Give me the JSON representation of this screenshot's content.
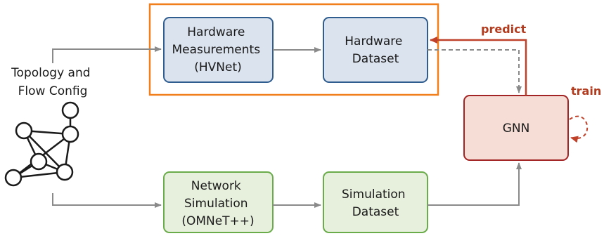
{
  "colors": {
    "blue_fill": "#dbe3ee",
    "blue_stroke": "#2f5d8f",
    "green_fill": "#e7f0dd",
    "green_stroke": "#6aab4a",
    "red_fill": "#f6ded6",
    "red_stroke": "#a32424",
    "orange_stroke": "#f07f1c",
    "arrow_gray": "#8a8a8a",
    "label_red": "#b33a1d"
  },
  "source": {
    "line1": "Topology and",
    "line2": "Flow Config"
  },
  "hardware_measurements": {
    "line1": "Hardware",
    "line2": "Measurements",
    "line3": "(HVNet)"
  },
  "hardware_dataset": {
    "line1": "Hardware",
    "line2": "Dataset"
  },
  "network_simulation": {
    "line1": "Network",
    "line2": "Simulation",
    "line3": "(OMNeT++)"
  },
  "simulation_dataset": {
    "line1": "Simulation",
    "line2": "Dataset"
  },
  "gnn": {
    "label": "GNN"
  },
  "labels": {
    "predict": "predict",
    "train": "train"
  }
}
